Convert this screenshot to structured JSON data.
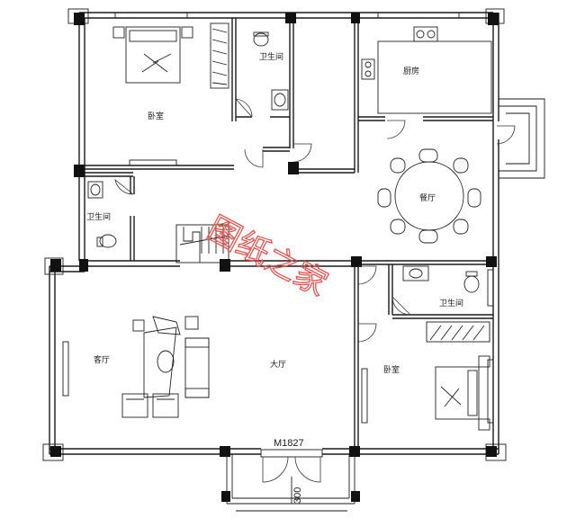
{
  "rooms": {
    "bedroom_top": "卧室",
    "bath_top": "卫生间",
    "kitchen": "厨房",
    "dining": "餐厅",
    "bath_left": "卫生间",
    "bath_right": "卫生间",
    "living": "客厅",
    "hall": "大厅",
    "bedroom_right": "卧室"
  },
  "door_code": "M1827",
  "dimension": "300",
  "watermark": "图纸之家"
}
